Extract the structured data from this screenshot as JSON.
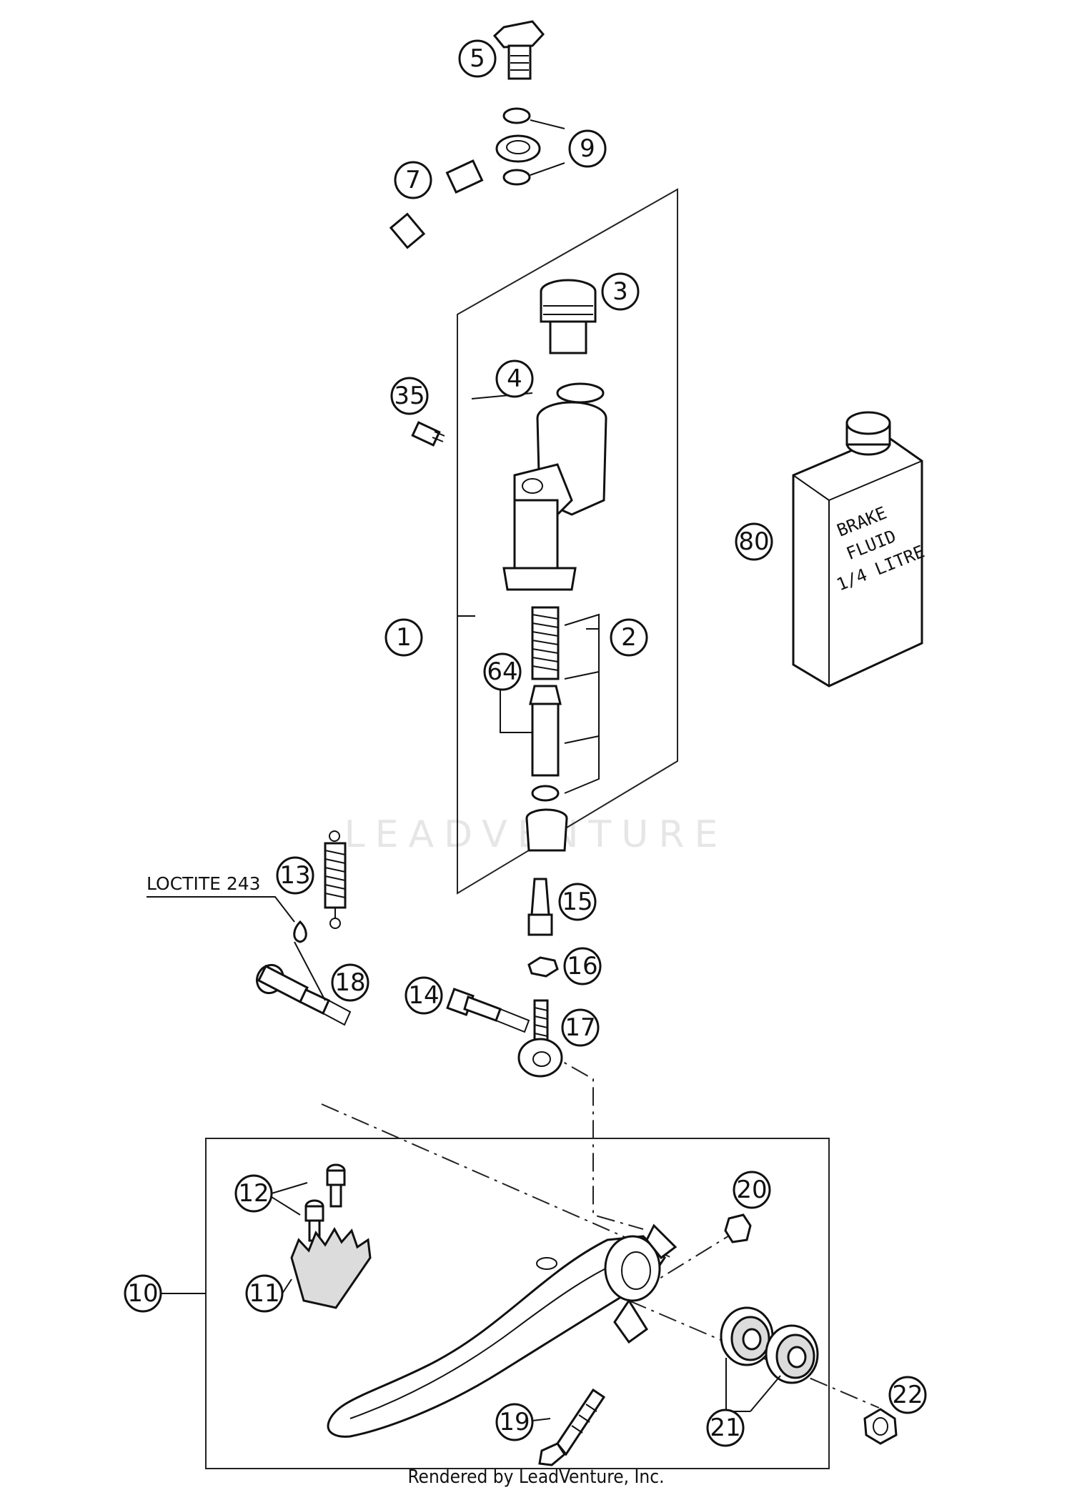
{
  "diagram": {
    "watermark": "LEADVENTURE",
    "footer": "Rendered by LeadVenture, Inc.",
    "note_label": "LOCTITE 243",
    "bottle_label": [
      "BRAKE",
      "FLUID",
      "1/4 LITRE"
    ],
    "callouts": [
      {
        "id": "c5",
        "text": "5"
      },
      {
        "id": "c9",
        "text": "9"
      },
      {
        "id": "c7",
        "text": "7"
      },
      {
        "id": "c3",
        "text": "3"
      },
      {
        "id": "c4",
        "text": "4"
      },
      {
        "id": "c35",
        "text": "35"
      },
      {
        "id": "c80",
        "text": "80"
      },
      {
        "id": "c1",
        "text": "1"
      },
      {
        "id": "c2",
        "text": "2"
      },
      {
        "id": "c64",
        "text": "64"
      },
      {
        "id": "c13",
        "text": "13"
      },
      {
        "id": "c15",
        "text": "15"
      },
      {
        "id": "c16",
        "text": "16"
      },
      {
        "id": "c14",
        "text": "14"
      },
      {
        "id": "c17",
        "text": "17"
      },
      {
        "id": "c18",
        "text": "18"
      },
      {
        "id": "c20",
        "text": "20"
      },
      {
        "id": "c12",
        "text": "12"
      },
      {
        "id": "c10",
        "text": "10"
      },
      {
        "id": "c11",
        "text": "11"
      },
      {
        "id": "c19",
        "text": "19"
      },
      {
        "id": "c21",
        "text": "21"
      },
      {
        "id": "c22",
        "text": "22"
      }
    ]
  }
}
